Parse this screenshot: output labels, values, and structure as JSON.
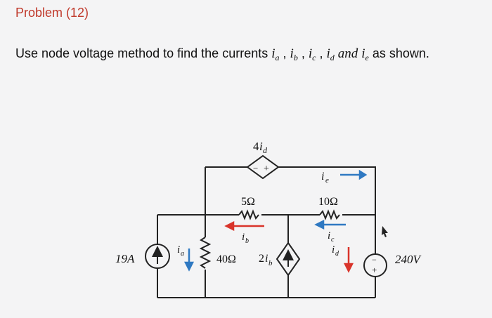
{
  "problem": {
    "title": "Problem (12)",
    "statement": {
      "prefix": "Use node voltage method to find the currents",
      "vars": [
        {
          "letter": "i",
          "sub": "a"
        },
        {
          "letter": "i",
          "sub": "b"
        },
        {
          "letter": "i",
          "sub": "c"
        },
        {
          "letter": "i",
          "sub": "d"
        },
        {
          "letter": "i",
          "sub": "e"
        }
      ],
      "and_word": "and",
      "suffix": "as shown."
    }
  },
  "circuit": {
    "dep_source_top": {
      "label": "4",
      "var": "i",
      "sub": "d",
      "minus": "−",
      "plus": "+"
    },
    "resistor_5": "5Ω",
    "resistor_10": "10Ω",
    "resistor_40": "40Ω",
    "current_source": "19A",
    "voltage_source": {
      "value": "240V",
      "minus": "−",
      "plus": "+"
    },
    "dep_source_mid": {
      "label": "2",
      "var": "i",
      "sub": "b"
    },
    "currents": {
      "ia": {
        "var": "i",
        "sub": "a"
      },
      "ib": {
        "var": "i",
        "sub": "b"
      },
      "ic": {
        "var": "i",
        "sub": "c"
      },
      "id": {
        "var": "i",
        "sub": "d"
      },
      "ie": {
        "var": "i",
        "sub": "e"
      }
    },
    "colors": {
      "arrow_red": "#d9342b",
      "arrow_blue": "#2f79c2",
      "wire": "#222222"
    }
  }
}
